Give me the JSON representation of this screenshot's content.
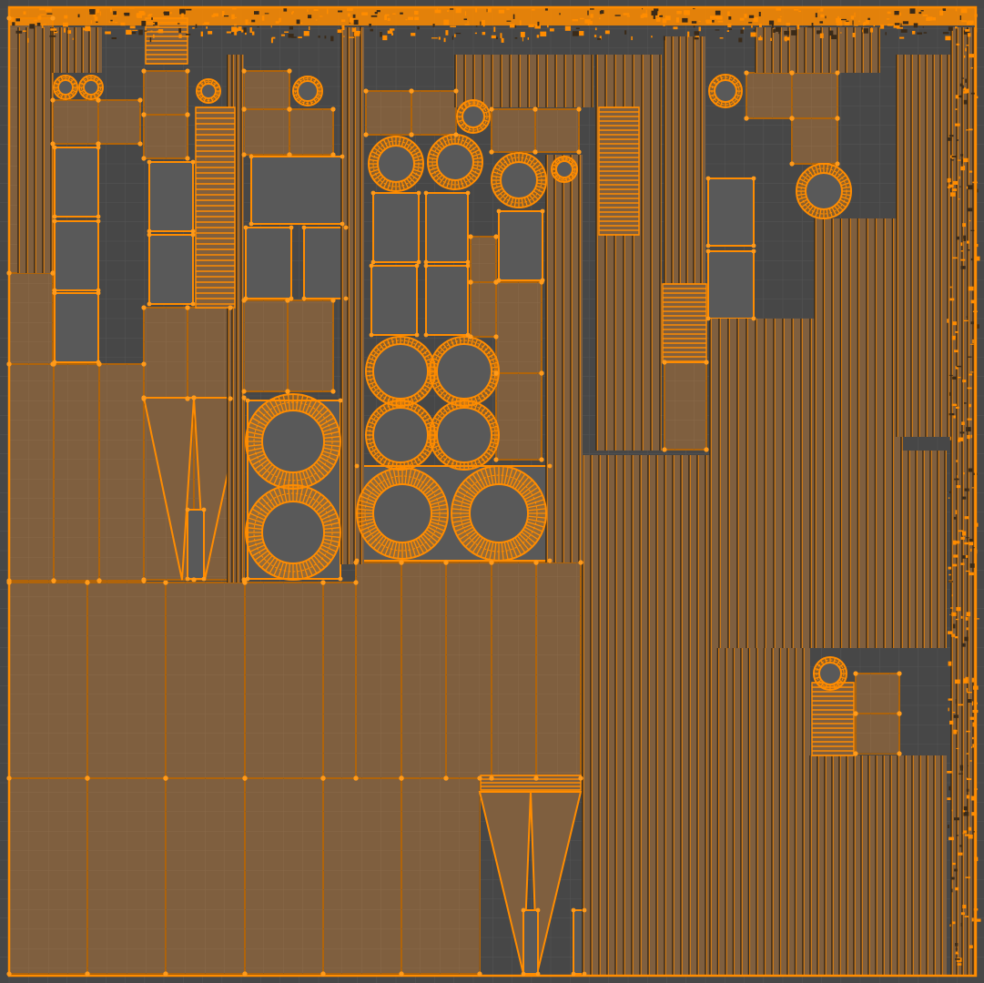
{
  "editor": {
    "type": "uv-editor",
    "mode": "edit",
    "selection": "all-faces-selected"
  },
  "colors": {
    "background": "#474747",
    "grid_minor": "#545454",
    "grid_major": "#5a5a5a",
    "face_fill": "#7f5f3f",
    "face_grid": "#8c6c4a",
    "edge_selected": "#ff8c00",
    "edge_dark": "#3a2a18",
    "vertex": "#ff9a1a",
    "hole": "#595959"
  }
}
